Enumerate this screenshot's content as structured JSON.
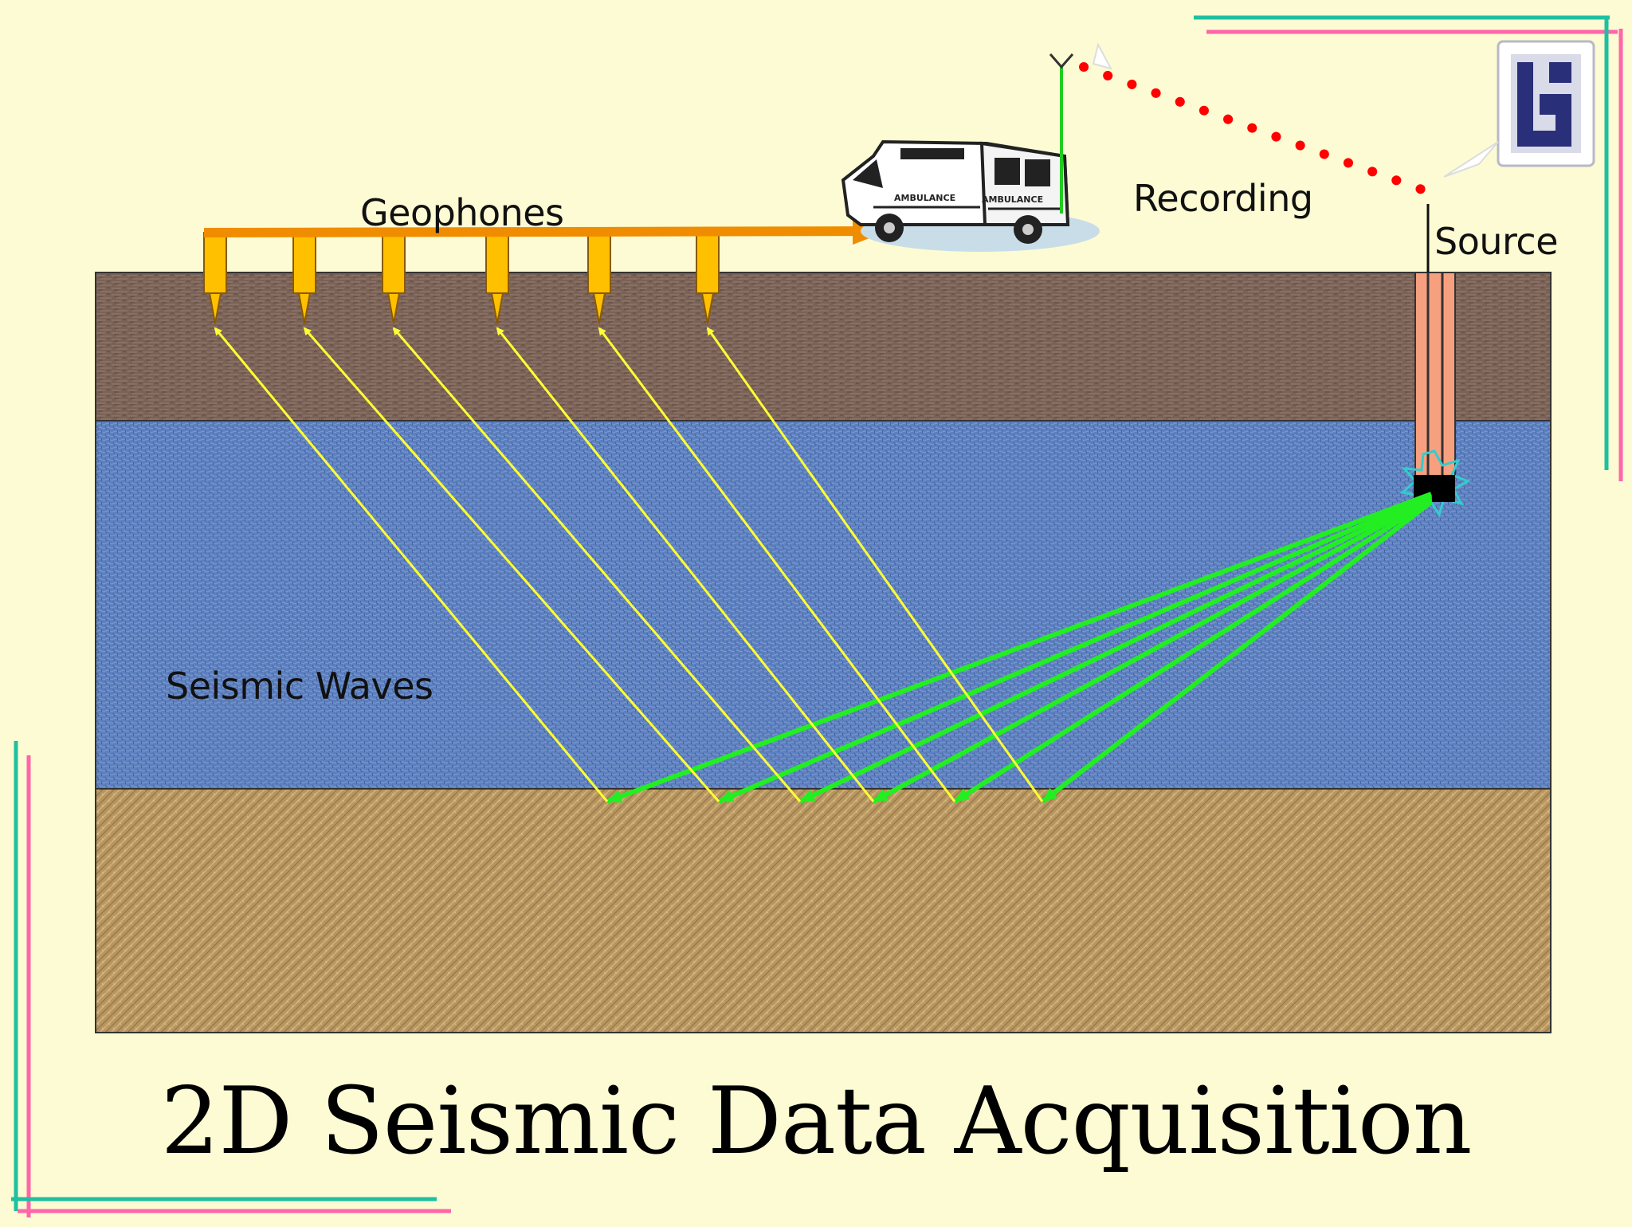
{
  "title": "2D Seismic Data Acquisition",
  "labels": {
    "geophones": "Geophones",
    "recording": "Recording",
    "source": "Source",
    "seismic_waves": "Seismic Waves"
  },
  "truck": {
    "side_text": "AMBULANCE",
    "rear_text": "AMBULANCE"
  },
  "colors": {
    "background": "#fdfbd3",
    "surface_layer": "#7a6256",
    "middle_layer": "#5b7fbf",
    "bottom_layer": "#b7955f",
    "incident_rays": "#22ee22",
    "reflected_rays": "#ffff33",
    "cable": "#ff9900",
    "geophone": "#ffc000",
    "radio_link": "#ff0000",
    "border_green": "#1fc0a0",
    "border_pink": "#ff66aa",
    "borehole": "#f7a080"
  },
  "icons": [
    "logo-icon",
    "antenna-icon",
    "ambulance-icon",
    "explosion-icon",
    "geophone-icon"
  ]
}
